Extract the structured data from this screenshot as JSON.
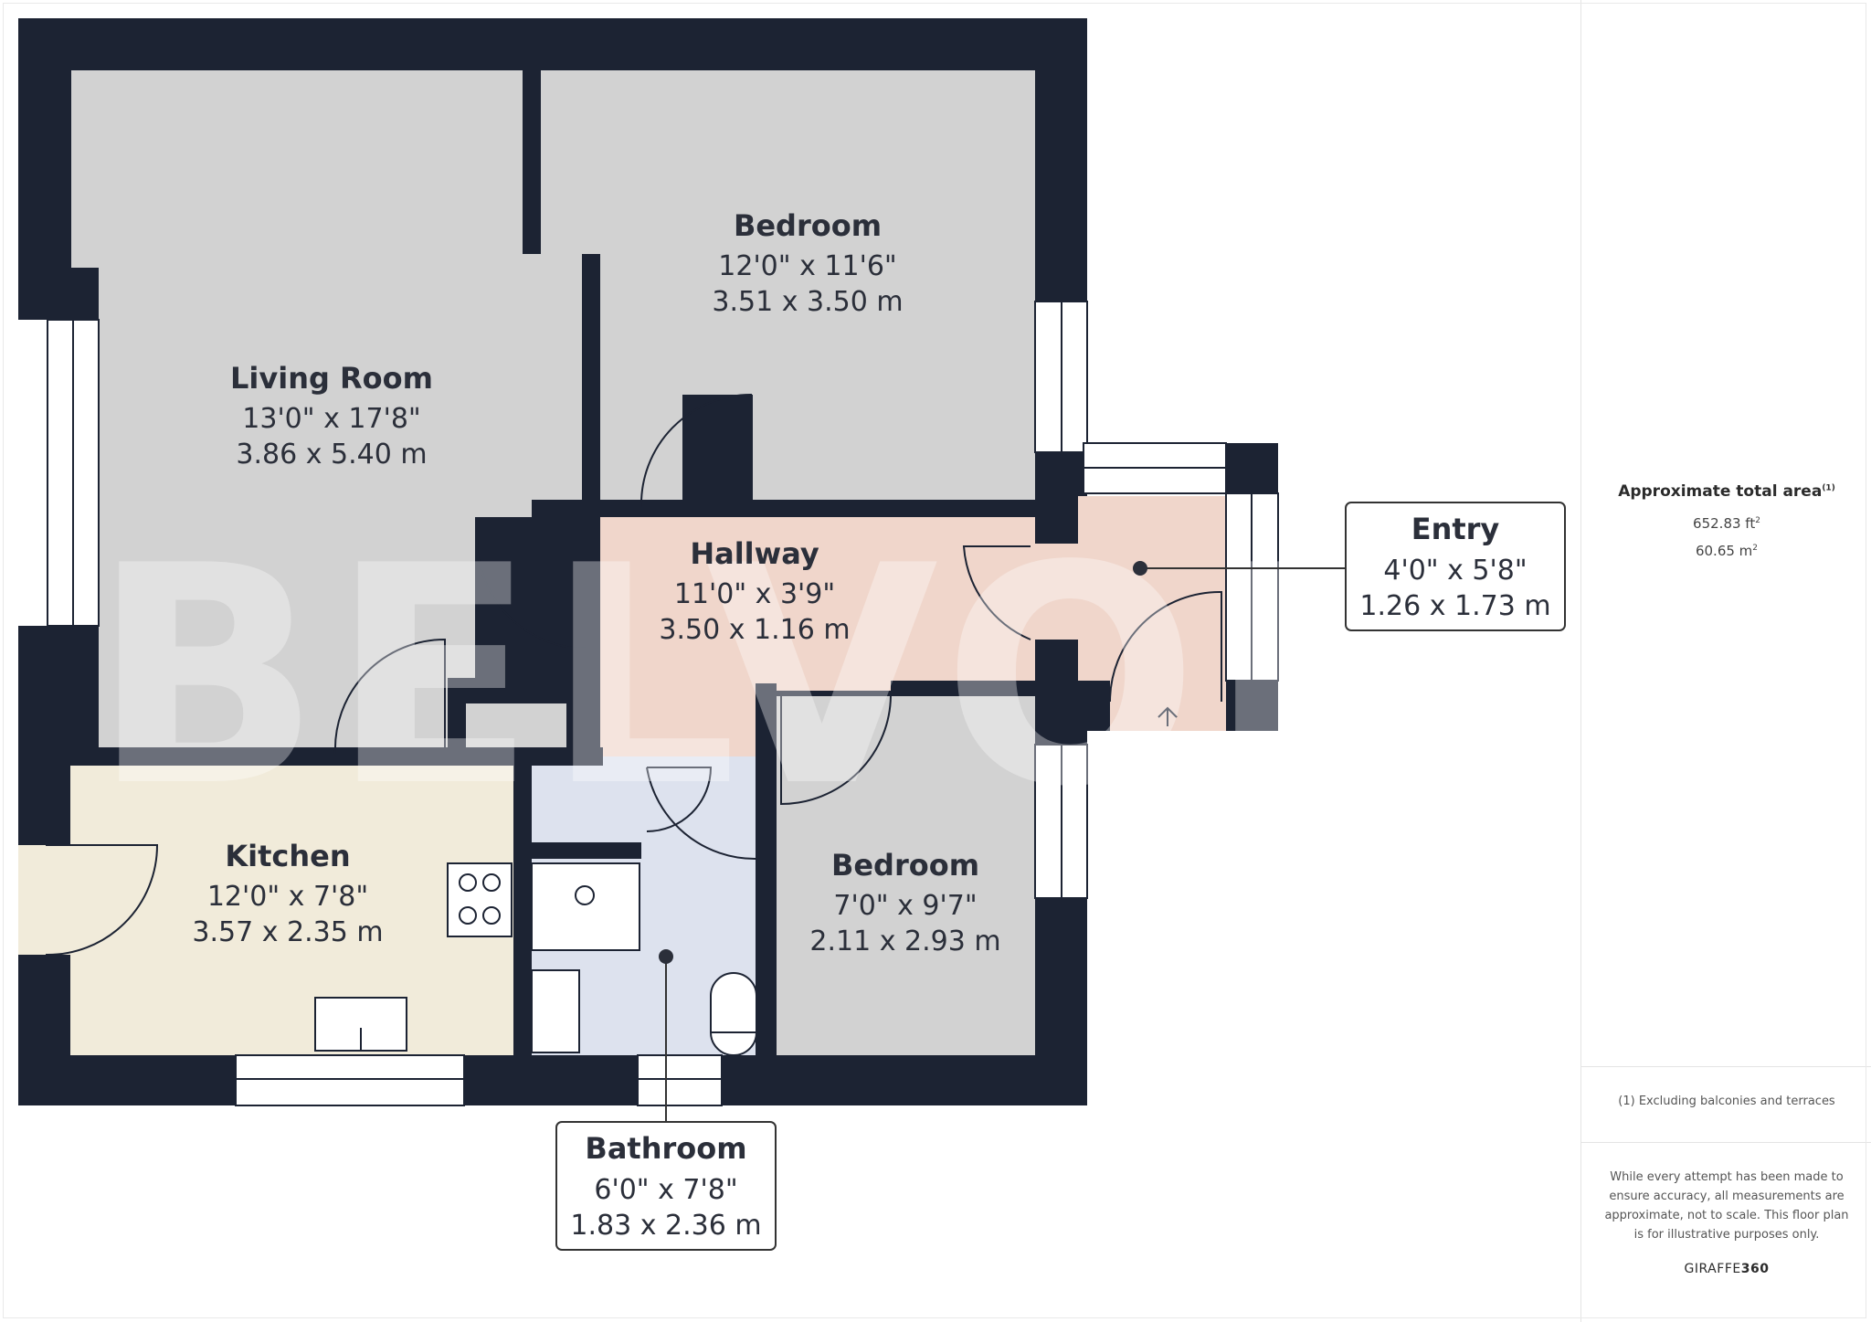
{
  "watermark": "BELVOIR",
  "rooms": [
    {
      "id": "living-room",
      "name": "Living Room",
      "imperial": "13'0\" x 17'8\"",
      "metric": "3.86 x 5.40 m"
    },
    {
      "id": "bedroom-1",
      "name": "Bedroom",
      "imperial": "12'0\" x 11'6\"",
      "metric": "3.51 x 3.50 m"
    },
    {
      "id": "hallway",
      "name": "Hallway",
      "imperial": "11'0\" x 3'9\"",
      "metric": "3.50 x 1.16 m"
    },
    {
      "id": "entry",
      "name": "Entry",
      "imperial": "4'0\" x 5'8\"",
      "metric": "1.26 x 1.73 m"
    },
    {
      "id": "kitchen",
      "name": "Kitchen",
      "imperial": "12'0\" x 7'8\"",
      "metric": "3.57 x 2.35 m"
    },
    {
      "id": "bedroom-2",
      "name": "Bedroom",
      "imperial": "7'0\" x 9'7\"",
      "metric": "2.11 x 2.93 m"
    },
    {
      "id": "bathroom",
      "name": "Bathroom",
      "imperial": "6'0\" x 7'8\"",
      "metric": "1.83 x 2.36 m"
    }
  ],
  "colors": {
    "wall": "#1c2333",
    "room_grey": "#d2d2d2",
    "hallway": "#f0d6cb",
    "kitchen": "#f1ebda",
    "bathroom": "#dde2ee",
    "text": "#2b2f3a"
  },
  "panel": {
    "area_title": "Approximate total area",
    "area_title_note": "(1)",
    "area_ft": "652.83 ft",
    "area_ft_unit": "2",
    "area_m": "60.65 m",
    "area_m_unit": "2",
    "footnote": "(1) Excluding balconies and terraces",
    "disclaimer": "While every attempt has been made to ensure accuracy, all measurements are approximate, not to scale. This floor plan is for illustrative purposes only.",
    "brand_light": "GIRAFFE",
    "brand_bold": "360"
  }
}
